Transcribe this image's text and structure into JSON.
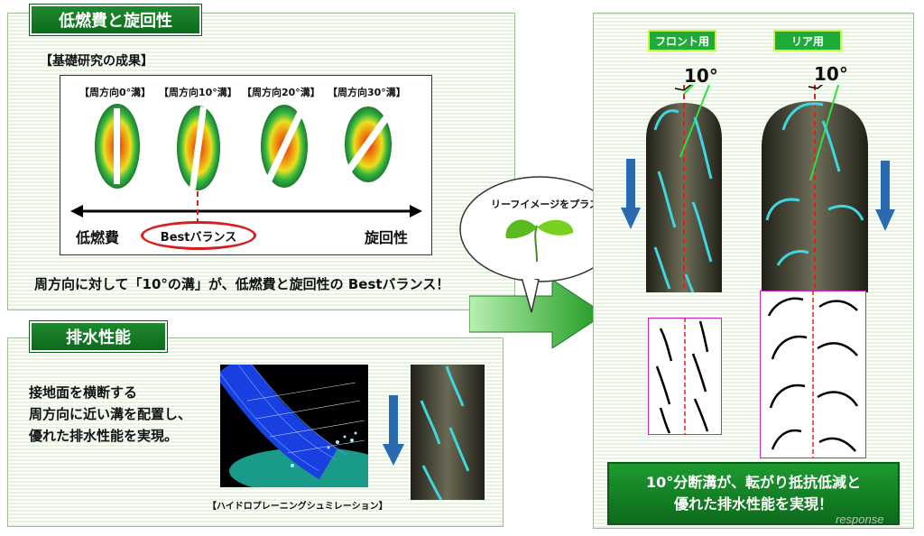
{
  "fuel": {
    "header": "低燃費と旋回性",
    "research_title": "【基礎研究の成果】",
    "labels": [
      "【周方向0°溝】",
      "【周方向10°溝】",
      "【周方向20°溝】",
      "【周方向30°溝】"
    ],
    "left_end": "低燃費",
    "right_end": "旋回性",
    "best": "Bestバランス",
    "conclusion": "周方向に対して「10°の溝」が、低燃費と旋回性の Bestバランス！"
  },
  "drain": {
    "header": "排水性能",
    "line1": "接地面を横断する",
    "line2": "周方向に近い溝を配置し、",
    "line3": "優れた排水性能を実現。",
    "sim_caption": "【ハイドロプレーニングシュミレーション】"
  },
  "leaf": {
    "caption": "リーフイメージをプラス"
  },
  "tread": {
    "front_label": "フロント用",
    "rear_label": "リア用",
    "angle_front": "10°",
    "angle_rear": "10°",
    "summary_line1": "10°分断溝が、転がり抵抗低減と",
    "summary_line2": "優れた排水性能を実現！"
  },
  "watermark": "response",
  "colors": {
    "header_green": "#1e8a2e",
    "groove_cyan": "#3fd6e0",
    "tire_dark": "#3a3a30",
    "red_circle": "#d42020",
    "arrow_blue": "#2a6ab0"
  }
}
